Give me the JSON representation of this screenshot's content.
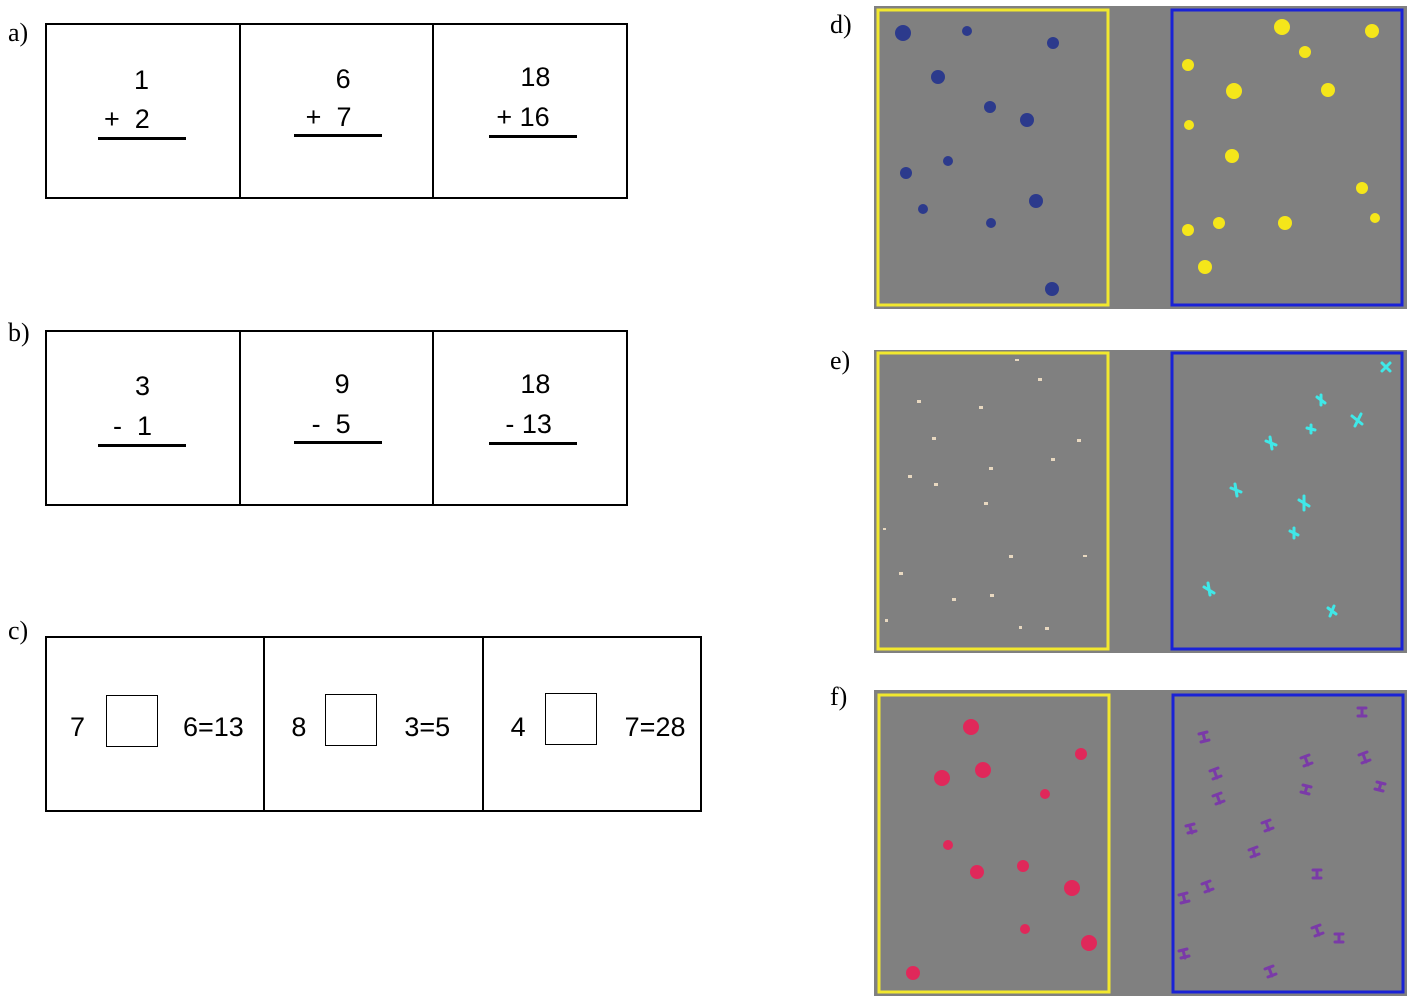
{
  "labels": {
    "a": "a)",
    "b": "b)",
    "c": "c)",
    "d": "d)",
    "e": "e)",
    "f": "f)"
  },
  "panel_a": [
    {
      "top": "1",
      "op": "+  2"
    },
    {
      "top": "6",
      "op": "+  7"
    },
    {
      "top": "18",
      "op": "+ 16"
    }
  ],
  "panel_b": [
    {
      "top": "3",
      "op": "-  1"
    },
    {
      "top": "9",
      "op": "-  5"
    },
    {
      "top": "18",
      "op": "- 13"
    }
  ],
  "panel_c": [
    {
      "left": "7",
      "right": "6=13"
    },
    {
      "left": "8",
      "right": "3=5"
    },
    {
      "left": "4",
      "right": "7=28"
    }
  ],
  "colors": {
    "display_bg": "#808080",
    "left_frame": "#f2e82e",
    "right_frame": "#1a22d6",
    "blue_dots": "#2c3a8c",
    "yellow_dots": "#f5e61a",
    "small_marks": "#e8d8c0",
    "cyan_crosses": "#3fe8e8",
    "red_dots": "#e0285a",
    "purple_marks": "#7a3aa8"
  },
  "icons": {
    "d_left": "dot",
    "d_right": "dot",
    "e_left": "small-mark",
    "e_right": "cross",
    "f_left": "dot",
    "f_right": "bowtie"
  }
}
